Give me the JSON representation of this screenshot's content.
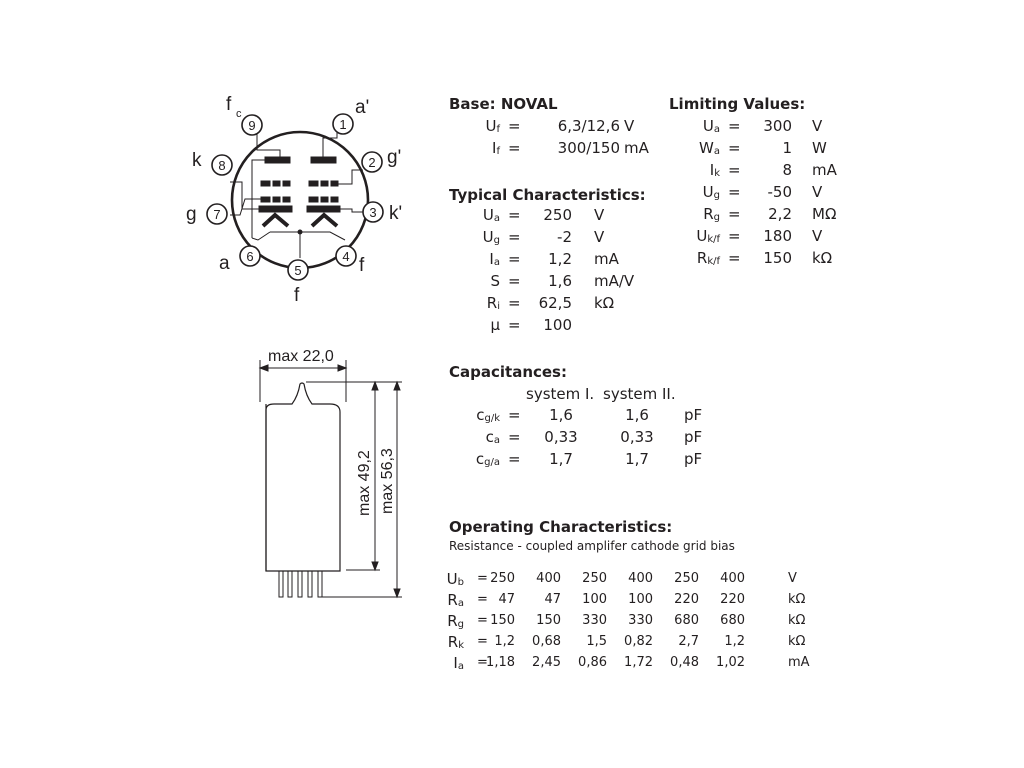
{
  "pin_diagram": {
    "pins": [
      {
        "num": "1",
        "label": "a'"
      },
      {
        "num": "2",
        "label": "g'"
      },
      {
        "num": "3",
        "label": "k'"
      },
      {
        "num": "4",
        "label": "f"
      },
      {
        "num": "5",
        "label": "f"
      },
      {
        "num": "6",
        "label": "a"
      },
      {
        "num": "7",
        "label": "g"
      },
      {
        "num": "8",
        "label": "k"
      },
      {
        "num": "9",
        "label": "f",
        "label_sub": "c"
      }
    ]
  },
  "outline": {
    "width_label": "max 22,0",
    "height1_label": "max 49,2",
    "height2_label": "max 56,3"
  },
  "base": {
    "title": "Base: NOVAL",
    "rows": [
      {
        "sym": "U",
        "sub": "f",
        "eq": "=",
        "val": "6,3/12,6",
        "unit": "V"
      },
      {
        "sym": "I",
        "sub": "f",
        "eq": "=",
        "val": "300/150",
        "unit": "mA"
      }
    ]
  },
  "typical": {
    "title": "Typical Characteristics:",
    "rows": [
      {
        "sym": "U",
        "sub": "a",
        "eq": "=",
        "val": "250",
        "unit": "V"
      },
      {
        "sym": "U",
        "sub": "g",
        "eq": "=",
        "val": "-2",
        "unit": "V"
      },
      {
        "sym": "I",
        "sub": "a",
        "eq": "=",
        "val": "1,2",
        "unit": "mA"
      },
      {
        "sym": "S",
        "sub": "",
        "eq": "=",
        "val": "1,6",
        "unit": "mA/V"
      },
      {
        "sym": "R",
        "sub": "i",
        "eq": "=",
        "val": "62,5",
        "unit": "kΩ"
      },
      {
        "sym": "μ",
        "sub": "",
        "eq": "=",
        "val": "100",
        "unit": ""
      }
    ]
  },
  "limiting": {
    "title": "Limiting Values:",
    "rows": [
      {
        "sym": "U",
        "sub": "a",
        "eq": "=",
        "val": "300",
        "unit": "V"
      },
      {
        "sym": "W",
        "sub": "a",
        "eq": "=",
        "val": "1",
        "unit": "W"
      },
      {
        "sym": "I",
        "sub": "k",
        "eq": "=",
        "val": "8",
        "unit": "mA"
      },
      {
        "sym": "U",
        "sub": "g",
        "eq": "=",
        "val": "-50",
        "unit": "V"
      },
      {
        "sym": "R",
        "sub": "g",
        "eq": "=",
        "val": "2,2",
        "unit": "MΩ"
      },
      {
        "sym": "U",
        "sub": "k/f",
        "eq": "=",
        "val": "180",
        "unit": "V"
      },
      {
        "sym": "R",
        "sub": "k/f",
        "eq": "=",
        "val": "150",
        "unit": "kΩ"
      }
    ]
  },
  "capacitances": {
    "title": "Capacitances:",
    "col1": "system I.",
    "col2": "system II.",
    "rows": [
      {
        "sym": "c",
        "sub": "g/k",
        "eq": "=",
        "v1": "1,6",
        "v2": "1,6",
        "unit": "pF"
      },
      {
        "sym": "c",
        "sub": "a",
        "eq": "=",
        "v1": "0,33",
        "v2": "0,33",
        "unit": "pF"
      },
      {
        "sym": "c",
        "sub": "g/a",
        "eq": "=",
        "v1": "1,7",
        "v2": "1,7",
        "unit": "pF"
      }
    ]
  },
  "operating": {
    "title": "Operating Characteristics:",
    "subtitle": "Resistance - coupled amplifer cathode grid bias",
    "rows": [
      {
        "sym": "U",
        "sub": "b",
        "eq": "=",
        "vals": [
          "250",
          "400",
          "250",
          "400",
          "250",
          "400"
        ],
        "unit": "V"
      },
      {
        "sym": "R",
        "sub": "a",
        "eq": "=",
        "vals": [
          "47",
          "47",
          "100",
          "100",
          "220",
          "220"
        ],
        "unit": "kΩ"
      },
      {
        "sym": "R",
        "sub": "g",
        "eq": "=",
        "vals": [
          "150",
          "150",
          "330",
          "330",
          "680",
          "680"
        ],
        "unit": "kΩ"
      },
      {
        "sym": "R",
        "sub": "k",
        "eq": "=",
        "vals": [
          "1,2",
          "0,68",
          "1,5",
          "0,82",
          "2,7",
          "1,2"
        ],
        "unit": "kΩ"
      },
      {
        "sym": "I",
        "sub": "a",
        "eq": "=",
        "vals": [
          "1,18",
          "2,45",
          "0,86",
          "1,72",
          "0,48",
          "1,02"
        ],
        "unit": "mA"
      }
    ]
  }
}
